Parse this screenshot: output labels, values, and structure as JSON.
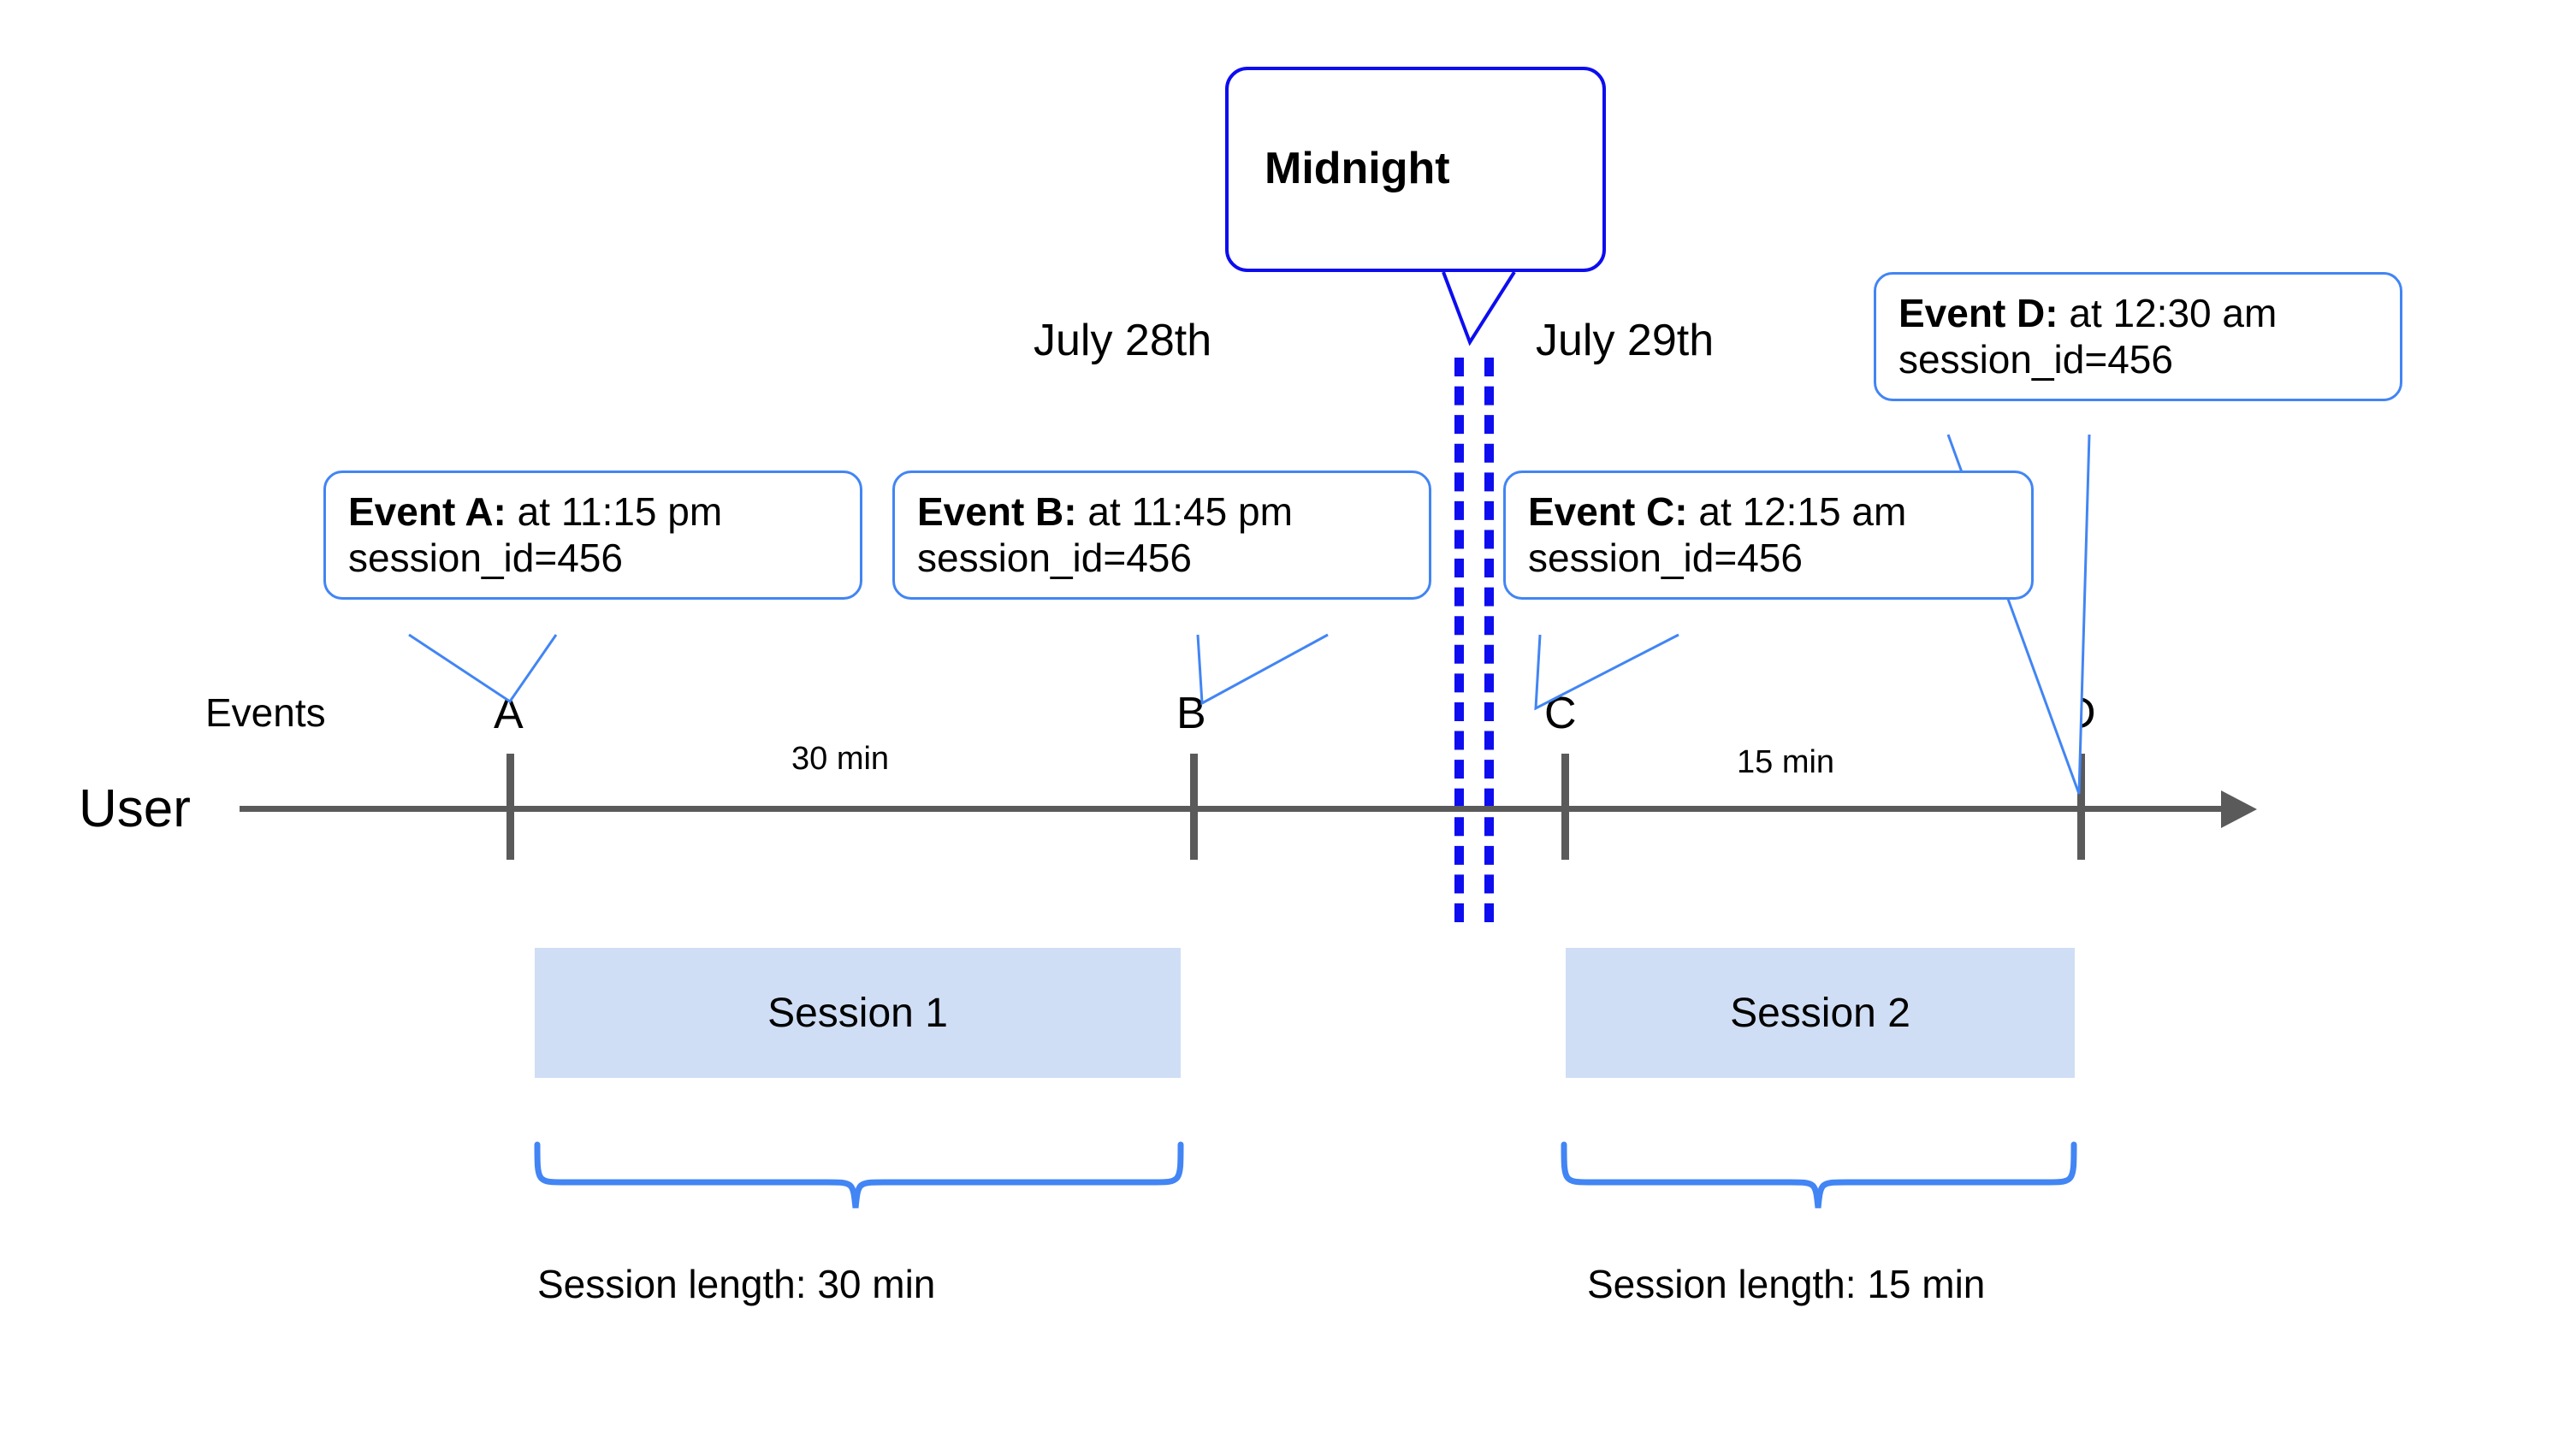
{
  "diagram": {
    "title_callout": {
      "label": "Midnight",
      "color": "#0d0df0"
    },
    "dates": [
      {
        "label": "July 28th"
      },
      {
        "label": "July 29th"
      }
    ],
    "row_labels": {
      "user": "User",
      "events": "Events"
    },
    "events": [
      {
        "tick": "A",
        "bold": "Event A:",
        "rest": " at 11:15 pm",
        "line2": "session_id=456",
        "time": "11:15 pm",
        "session_id": "456"
      },
      {
        "tick": "B",
        "bold": "Event B:",
        "rest": " at 11:45 pm",
        "line2": "session_id=456",
        "time": "11:45 pm",
        "session_id": "456"
      },
      {
        "tick": "C",
        "bold": "Event C:",
        "rest": " at 12:15 am",
        "line2": "session_id=456",
        "time": "12:15 am",
        "session_id": "456"
      },
      {
        "tick": "D",
        "bold": "Event D:",
        "rest": " at 12:30 am",
        "line2": "session_id=456",
        "time": "12:30 am",
        "session_id": "456"
      }
    ],
    "durations": [
      {
        "label": "30 min"
      },
      {
        "label": "15 min"
      }
    ],
    "sessions": [
      {
        "bar_label": "Session 1",
        "length_label": "Session length: 30 min"
      },
      {
        "bar_label": "Session 2",
        "length_label": "Session length: 15 min"
      }
    ],
    "colors": {
      "callout_border": "#4285f4",
      "midnight_border": "#0d0df0",
      "axis": "#5a5a5a",
      "session_fill": "#cfdef5",
      "brace": "#4285f4"
    }
  }
}
